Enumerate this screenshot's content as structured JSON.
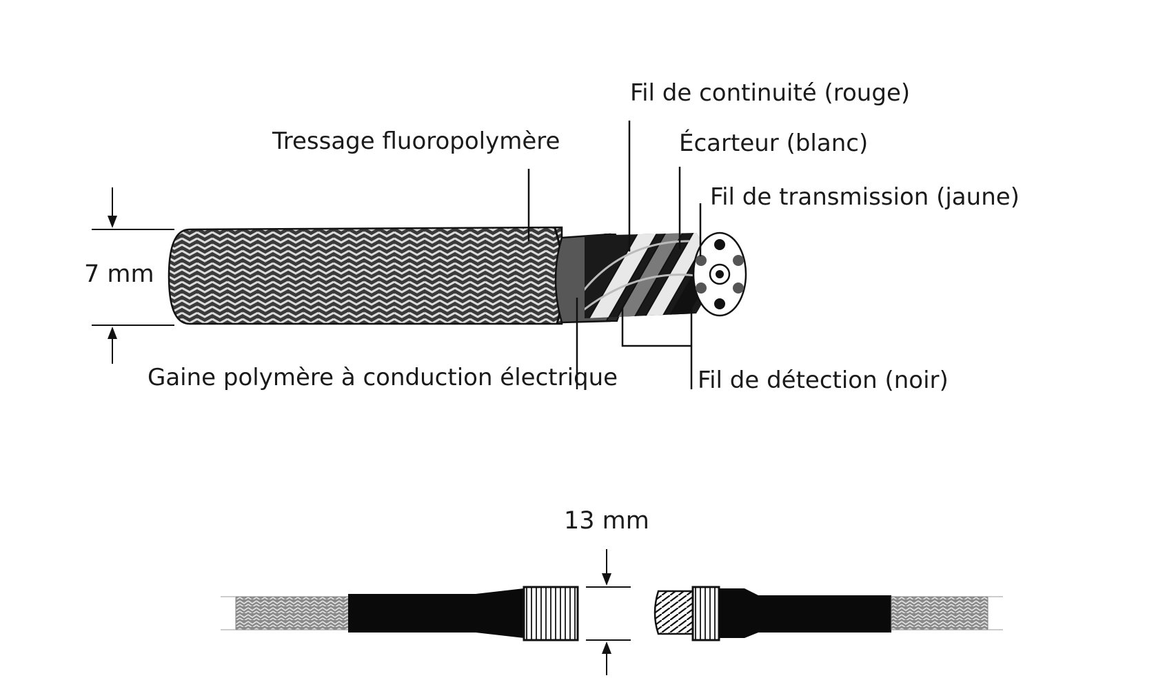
{
  "diagram": {
    "labels": {
      "braid": "Tressage fluoropolymère",
      "jacket": "Gaine polymère à conduction électrique",
      "continuity": "Fil de continuité (rouge)",
      "spacer": "Écarteur (blanc)",
      "transmission": "Fil de transmission (jaune)",
      "detection": "Fil de détection (noir)"
    },
    "dimensions": {
      "cable_diameter": "7 mm",
      "connector_diameter": "13 mm"
    },
    "colors": {
      "ink": "#111111",
      "braid_dark": "#3a3a3a",
      "braid_light": "#d4d4d4",
      "jacket": "#555555",
      "connector_body": "#0a0a0a",
      "connector_ring": "#ffffff"
    }
  }
}
